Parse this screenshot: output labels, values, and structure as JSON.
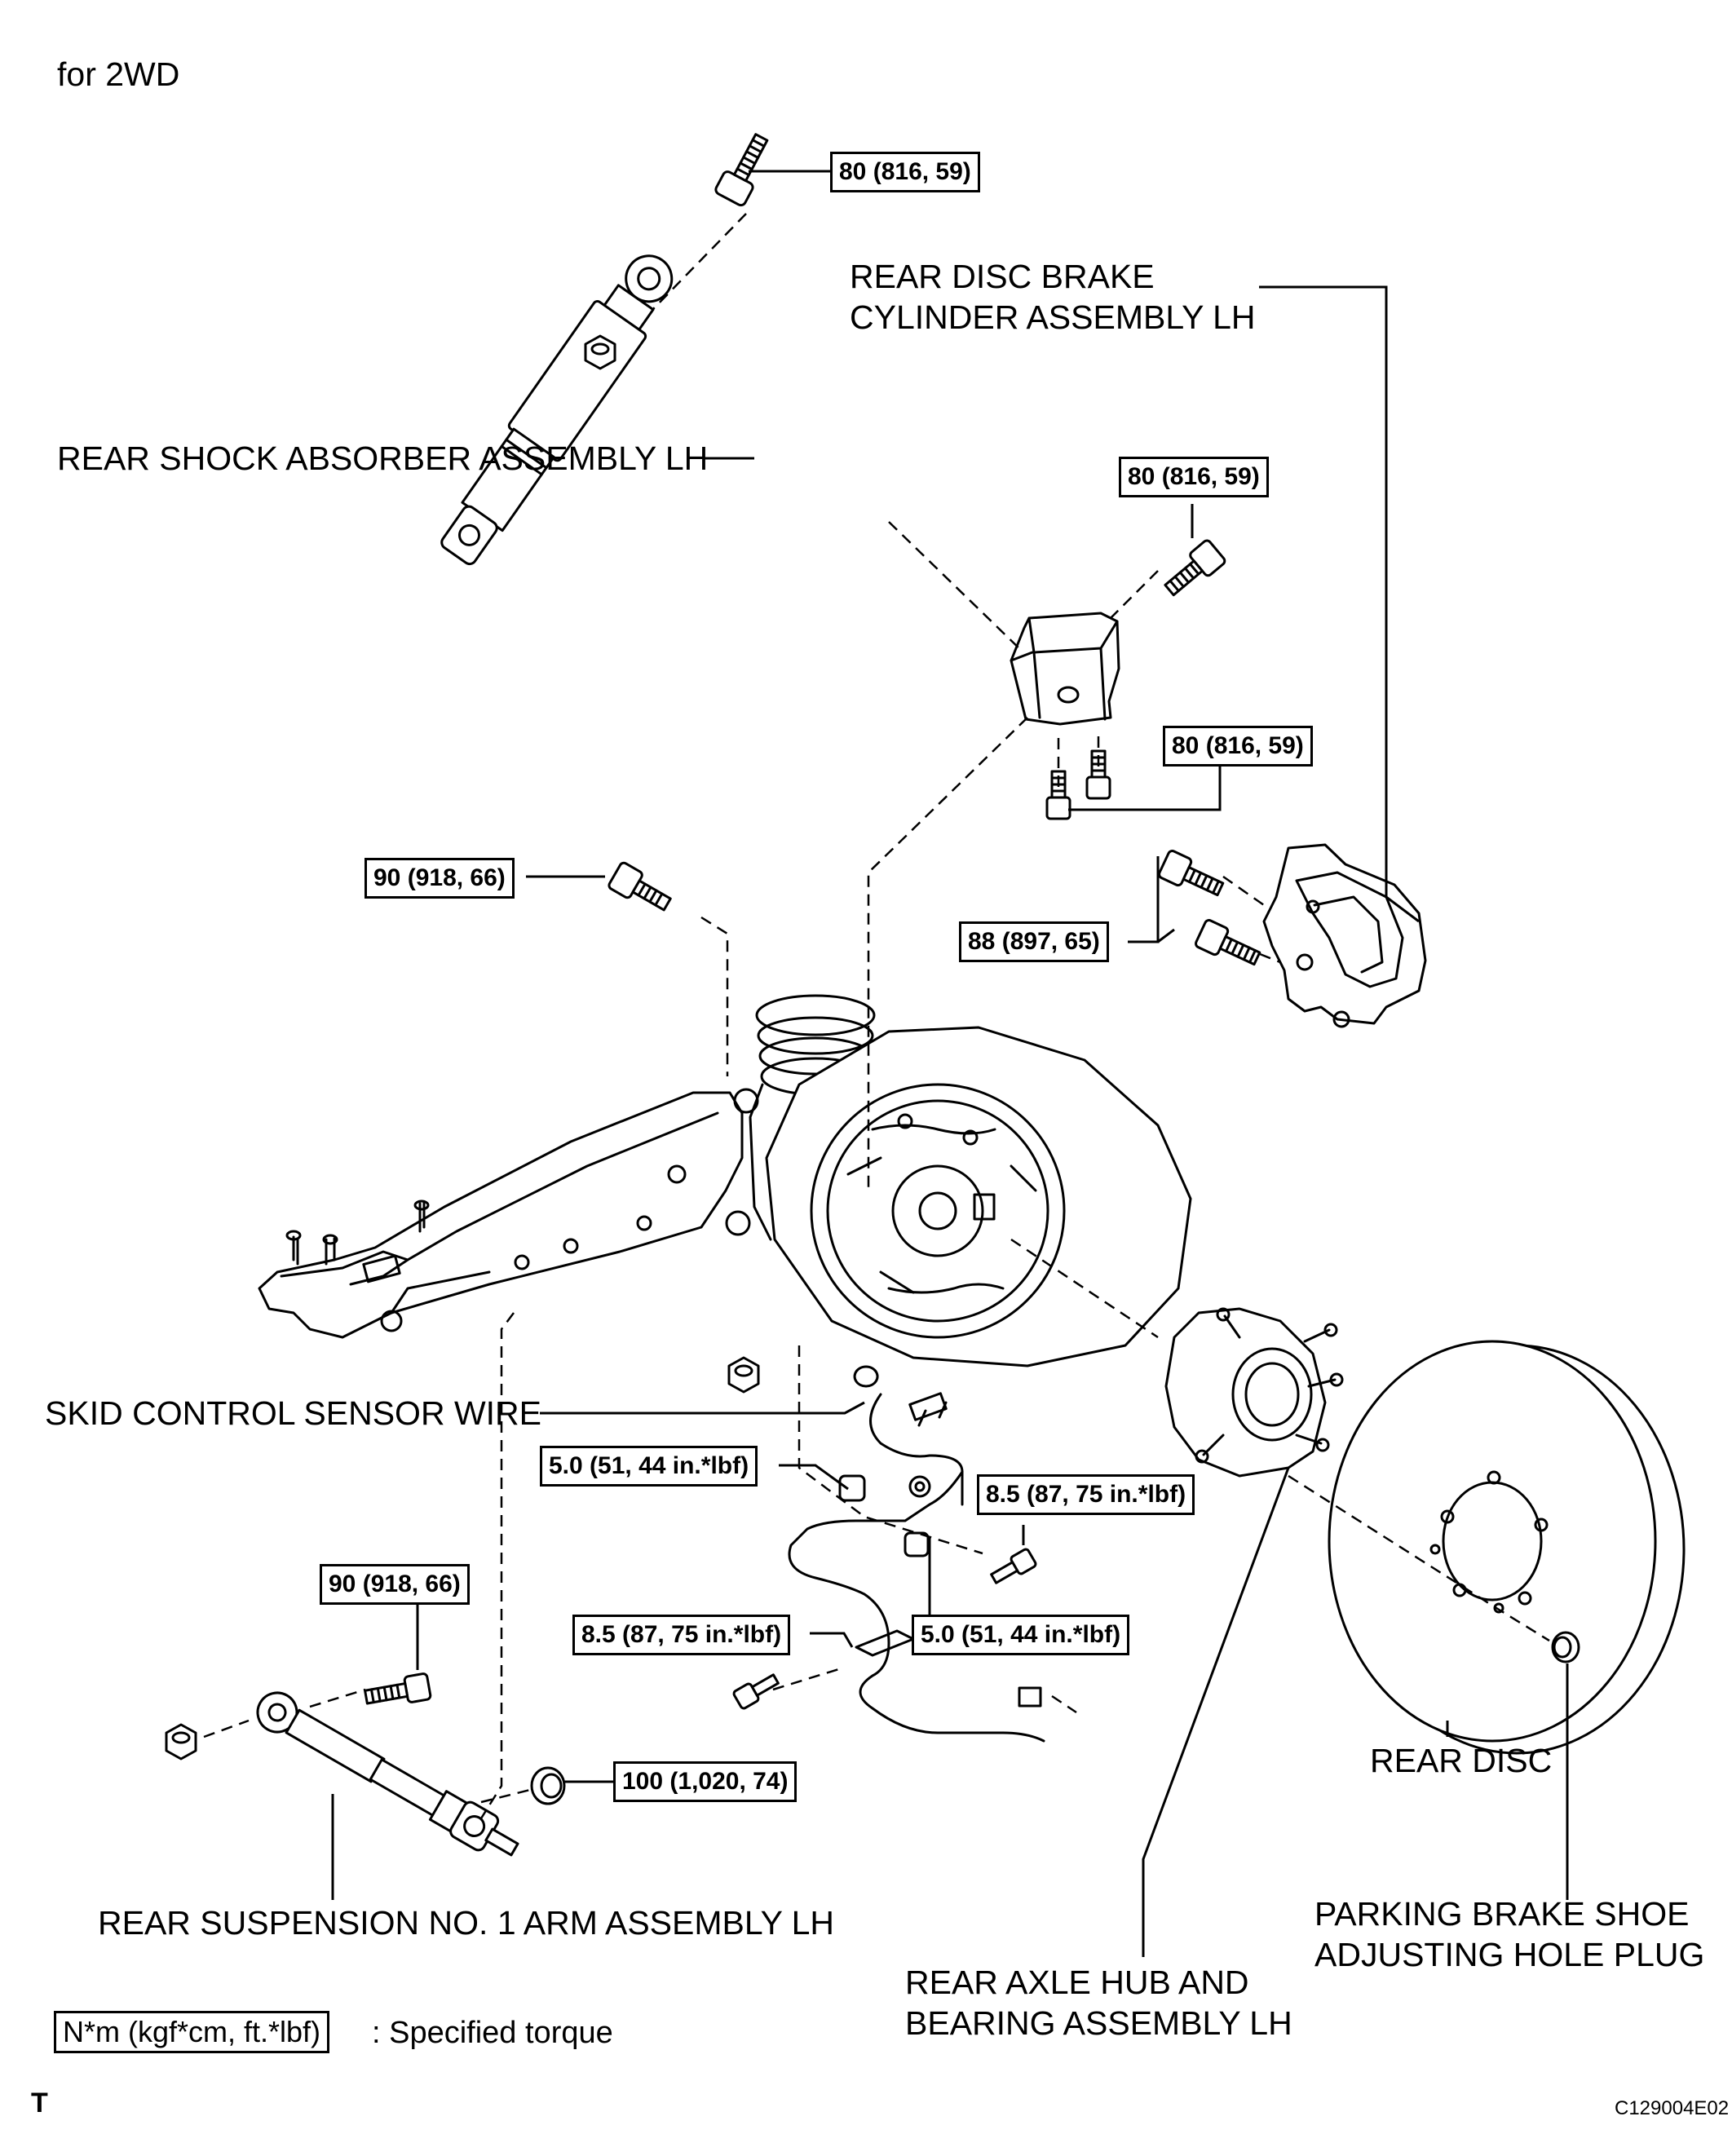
{
  "heading": "for 2WD",
  "parts": {
    "shock_absorber": "REAR SHOCK ABSORBER ASSEMBLY LH",
    "brake_cylinder_line1": "REAR DISC BRAKE",
    "brake_cylinder_line2": "CYLINDER ASSEMBLY LH",
    "sensor_wire": "SKID CONTROL SENSOR WIRE",
    "suspension_arm": "REAR SUSPENSION NO. 1 ARM ASSEMBLY LH",
    "axle_hub_line1": "REAR AXLE HUB AND",
    "axle_hub_line2": "BEARING ASSEMBLY LH",
    "rear_disc": "REAR DISC",
    "plug_line1": "PARKING BRAKE SHOE",
    "plug_line2": "ADJUSTING HOLE PLUG"
  },
  "torques": {
    "shock_upper": "80 (816, 59)",
    "shock_lower": "80 (816, 59)",
    "bracket": "80 (816, 59)",
    "axle_beam": "90 (918, 66)",
    "caliper": "88 (897, 65)",
    "sensor_clamp_upper": "5.0 (51, 44 in.*lbf)",
    "sensor_bolt_right": "8.5 (87, 75 in.*lbf)",
    "sensor_clamp_lower": "5.0 (51, 44 in.*lbf)",
    "sensor_bolt_left": "8.5 (87, 75 in.*lbf)",
    "arm_bolt": "90 (918, 66)",
    "arm_nut": "100 (1,020, 74)"
  },
  "legend": {
    "unit": "N*m (kgf*cm, ft.*lbf)",
    "meaning": ": Specified torque"
  },
  "footer": {
    "corner_mark": "T",
    "figure_code": "C129004E02"
  }
}
